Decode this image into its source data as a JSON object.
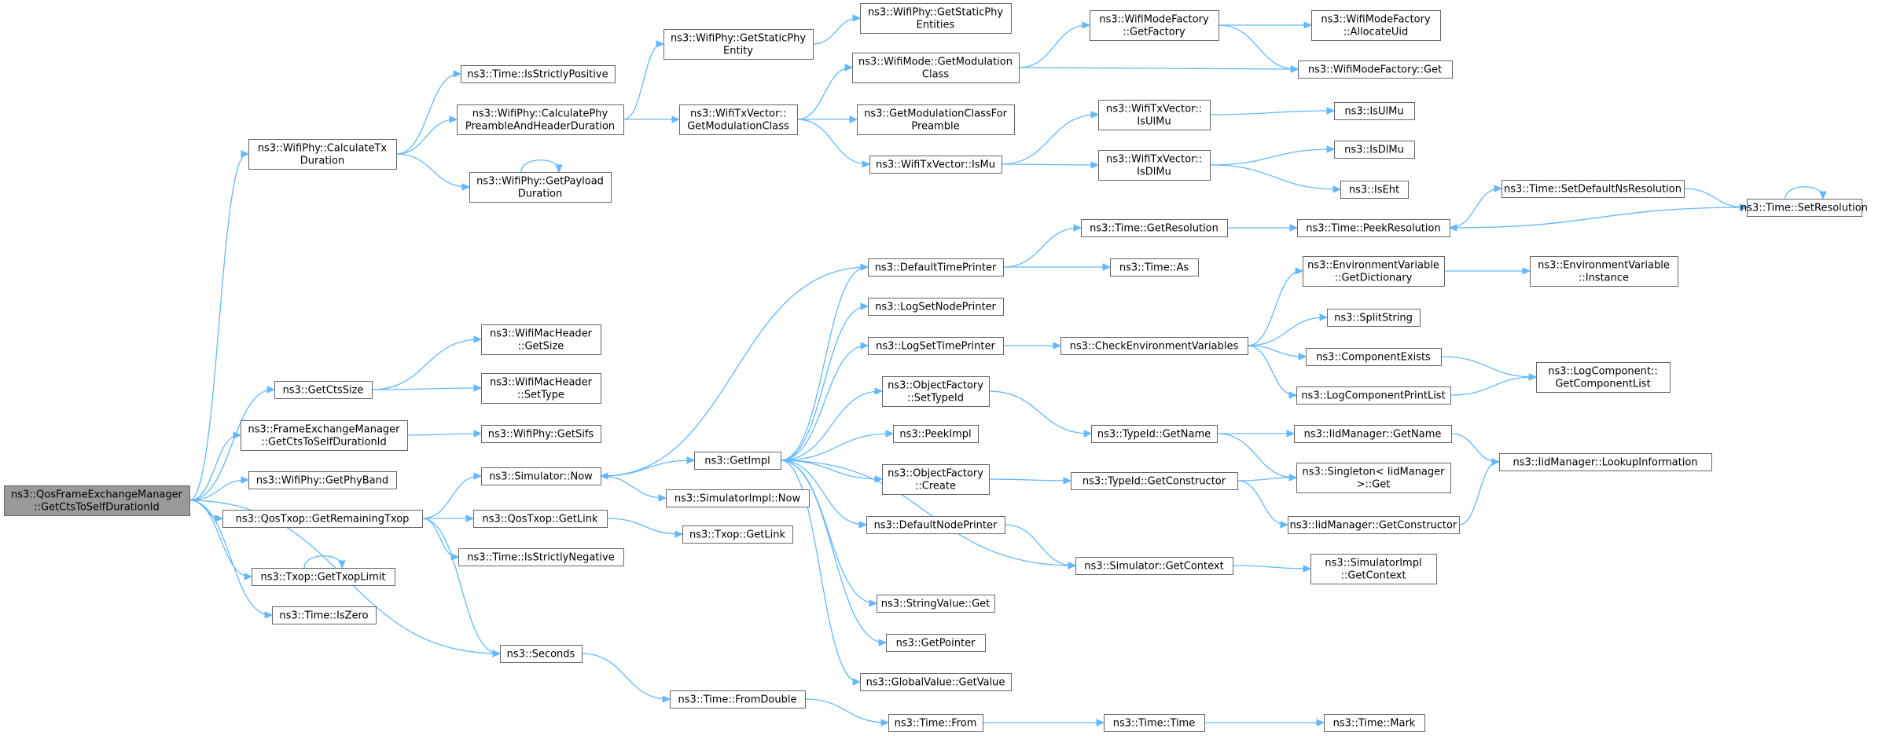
{
  "nodes": [
    {
      "id": "root",
      "lines": [
        "ns3::QosFrameExchangeManager",
        "::GetCtsToSelfDurationId"
      ],
      "root": true
    },
    {
      "id": "calcTx",
      "lines": [
        "ns3::WifiPhy::CalculateTx",
        "Duration"
      ]
    },
    {
      "id": "getCtsSize",
      "lines": [
        "ns3::GetCtsSize"
      ]
    },
    {
      "id": "femGetCts",
      "lines": [
        "ns3::FrameExchangeManager",
        "::GetCtsToSelfDurationId"
      ]
    },
    {
      "id": "getPhyBand",
      "lines": [
        "ns3::WifiPhy::GetPhyBand"
      ]
    },
    {
      "id": "qosRemaining",
      "lines": [
        "ns3::QosTxop::GetRemainingTxop"
      ]
    },
    {
      "id": "txopLimit",
      "lines": [
        "ns3::Txop::GetTxopLimit"
      ]
    },
    {
      "id": "isZero",
      "lines": [
        "ns3::Time::IsZero"
      ]
    },
    {
      "id": "isStrictPos",
      "lines": [
        "ns3::Time::IsStrictlyPositive"
      ]
    },
    {
      "id": "calcPreamble",
      "lines": [
        "ns3::WifiPhy::CalculatePhy",
        "PreambleAndHeaderDuration"
      ]
    },
    {
      "id": "payloadDur",
      "lines": [
        "ns3::WifiPhy::GetPayload",
        "Duration"
      ]
    },
    {
      "id": "macHdrSize",
      "lines": [
        "ns3::WifiMacHeader",
        "::GetSize"
      ]
    },
    {
      "id": "macHdrType",
      "lines": [
        "ns3::WifiMacHeader",
        "::SetType"
      ]
    },
    {
      "id": "getSifs",
      "lines": [
        "ns3::WifiPhy::GetSifs"
      ]
    },
    {
      "id": "simNow",
      "lines": [
        "ns3::Simulator::Now"
      ]
    },
    {
      "id": "qosGetLink",
      "lines": [
        "ns3::QosTxop::GetLink"
      ]
    },
    {
      "id": "isStrictNeg",
      "lines": [
        "ns3::Time::IsStrictlyNegative"
      ]
    },
    {
      "id": "seconds",
      "lines": [
        "ns3::Seconds"
      ]
    },
    {
      "id": "staticPhy",
      "lines": [
        "ns3::WifiPhy::GetStaticPhy",
        "Entity"
      ]
    },
    {
      "id": "txvModClass",
      "lines": [
        "ns3::WifiTxVector::",
        "GetModulationClass"
      ]
    },
    {
      "id": "getImpl",
      "lines": [
        "ns3::GetImpl"
      ]
    },
    {
      "id": "simImplNow",
      "lines": [
        "ns3::SimulatorImpl::Now"
      ]
    },
    {
      "id": "txopGetLink",
      "lines": [
        "ns3::Txop::GetLink"
      ]
    },
    {
      "id": "fromDouble",
      "lines": [
        "ns3::Time::FromDouble"
      ]
    },
    {
      "id": "staticPhyEnt",
      "lines": [
        "ns3::WifiPhy::GetStaticPhy",
        "Entities"
      ]
    },
    {
      "id": "modeModClass",
      "lines": [
        "ns3::WifiMode::GetModulation",
        "Class"
      ]
    },
    {
      "id": "modClassPreamble",
      "lines": [
        "ns3::GetModulationClassFor",
        "Preamble"
      ]
    },
    {
      "id": "txvIsMu",
      "lines": [
        "ns3::WifiTxVector::IsMu"
      ]
    },
    {
      "id": "defTimePrinter",
      "lines": [
        "ns3::DefaultTimePrinter"
      ]
    },
    {
      "id": "logNodePrinter",
      "lines": [
        "ns3::LogSetNodePrinter"
      ]
    },
    {
      "id": "logTimePrinter",
      "lines": [
        "ns3::LogSetTimePrinter"
      ]
    },
    {
      "id": "objFacSetType",
      "lines": [
        "ns3::ObjectFactory",
        "::SetTypeId"
      ]
    },
    {
      "id": "peekImpl",
      "lines": [
        "ns3::PeekImpl"
      ]
    },
    {
      "id": "objFacCreate",
      "lines": [
        "ns3::ObjectFactory",
        "::Create"
      ]
    },
    {
      "id": "defNodePrinter",
      "lines": [
        "ns3::DefaultNodePrinter"
      ]
    },
    {
      "id": "strValGet",
      "lines": [
        "ns3::StringValue::Get"
      ]
    },
    {
      "id": "getPointer",
      "lines": [
        "ns3::GetPointer"
      ]
    },
    {
      "id": "globalGetVal",
      "lines": [
        "ns3::GlobalValue::GetValue"
      ]
    },
    {
      "id": "timeFrom",
      "lines": [
        "ns3::Time::From"
      ]
    },
    {
      "id": "modeFactGetFactory",
      "lines": [
        "ns3::WifiModeFactory",
        "::GetFactory"
      ]
    },
    {
      "id": "txvIsUlMu",
      "lines": [
        "ns3::WifiTxVector::",
        "IsUlMu"
      ]
    },
    {
      "id": "txvIsDlMu",
      "lines": [
        "ns3::WifiTxVector::",
        "IsDlMu"
      ]
    },
    {
      "id": "timeGetRes",
      "lines": [
        "ns3::Time::GetResolution"
      ]
    },
    {
      "id": "timeAs",
      "lines": [
        "ns3::Time::As"
      ]
    },
    {
      "id": "checkEnv",
      "lines": [
        "ns3::CheckEnvironmentVariables"
      ]
    },
    {
      "id": "typeIdGetName",
      "lines": [
        "ns3::TypeId::GetName"
      ]
    },
    {
      "id": "typeIdGetCtor",
      "lines": [
        "ns3::TypeId::GetConstructor"
      ]
    },
    {
      "id": "simGetCtx",
      "lines": [
        "ns3::Simulator::GetContext"
      ]
    },
    {
      "id": "timeTime",
      "lines": [
        "ns3::Time::Time"
      ]
    },
    {
      "id": "modeFactAlloc",
      "lines": [
        "ns3::WifiModeFactory",
        "::AllocateUid"
      ]
    },
    {
      "id": "modeFactGet",
      "lines": [
        "ns3::WifiModeFactory::Get"
      ]
    },
    {
      "id": "isUlMu",
      "lines": [
        "ns3::IsUlMu"
      ]
    },
    {
      "id": "isDlMu",
      "lines": [
        "ns3::IsDlMu"
      ]
    },
    {
      "id": "isEht",
      "lines": [
        "ns3::IsEht"
      ]
    },
    {
      "id": "timePeekRes",
      "lines": [
        "ns3::Time::PeekResolution"
      ]
    },
    {
      "id": "envGetDict",
      "lines": [
        "ns3::EnvironmentVariable",
        "::GetDictionary"
      ]
    },
    {
      "id": "splitString",
      "lines": [
        "ns3::SplitString"
      ]
    },
    {
      "id": "compExists",
      "lines": [
        "ns3::ComponentExists"
      ]
    },
    {
      "id": "logCompPrint",
      "lines": [
        "ns3::LogComponentPrintList"
      ]
    },
    {
      "id": "iidGetName",
      "lines": [
        "ns3::IidManager::GetName"
      ]
    },
    {
      "id": "singletonGet",
      "lines": [
        "ns3::Singleton< IidManager",
        ">::Get"
      ]
    },
    {
      "id": "iidGetCtor",
      "lines": [
        "ns3::IidManager::GetConstructor"
      ]
    },
    {
      "id": "simImplGetCtx",
      "lines": [
        "ns3::SimulatorImpl",
        "::GetContext"
      ]
    },
    {
      "id": "timeMark",
      "lines": [
        "ns3::Time::Mark"
      ]
    },
    {
      "id": "timeSetDefault",
      "lines": [
        "ns3::Time::SetDefaultNsResolution"
      ]
    },
    {
      "id": "timeSetRes",
      "lines": [
        "ns3::Time::SetResolution"
      ]
    },
    {
      "id": "envInstance",
      "lines": [
        "ns3::EnvironmentVariable",
        "::Instance"
      ]
    },
    {
      "id": "logCompGetList",
      "lines": [
        "ns3::LogComponent::",
        "GetComponentList"
      ]
    },
    {
      "id": "iidLookup",
      "lines": [
        "ns3::IidManager::LookupInformation"
      ]
    }
  ],
  "edges": [
    [
      "root",
      "calcTx"
    ],
    [
      "root",
      "getCtsSize"
    ],
    [
      "root",
      "femGetCts"
    ],
    [
      "root",
      "getPhyBand"
    ],
    [
      "root",
      "qosRemaining"
    ],
    [
      "root",
      "txopLimit"
    ],
    [
      "root",
      "isZero"
    ],
    [
      "root",
      "seconds"
    ],
    [
      "calcTx",
      "isStrictPos"
    ],
    [
      "calcTx",
      "calcPreamble"
    ],
    [
      "calcTx",
      "payloadDur"
    ],
    [
      "calcPreamble",
      "staticPhy"
    ],
    [
      "calcPreamble",
      "txvModClass"
    ],
    [
      "payloadDur",
      "payloadDur"
    ],
    [
      "staticPhy",
      "staticPhyEnt"
    ],
    [
      "txvModClass",
      "modeModClass"
    ],
    [
      "txvModClass",
      "modClassPreamble"
    ],
    [
      "txvModClass",
      "txvIsMu"
    ],
    [
      "modeModClass",
      "modeFactGetFactory"
    ],
    [
      "modeModClass",
      "modeFactGet"
    ],
    [
      "modeFactGetFactory",
      "modeFactAlloc"
    ],
    [
      "modeFactGetFactory",
      "modeFactGet"
    ],
    [
      "txvIsMu",
      "txvIsUlMu"
    ],
    [
      "txvIsMu",
      "txvIsDlMu"
    ],
    [
      "txvIsUlMu",
      "isUlMu"
    ],
    [
      "txvIsDlMu",
      "isDlMu"
    ],
    [
      "txvIsDlMu",
      "isEht"
    ],
    [
      "getCtsSize",
      "macHdrSize"
    ],
    [
      "getCtsSize",
      "macHdrType"
    ],
    [
      "femGetCts",
      "getSifs"
    ],
    [
      "qosRemaining",
      "simNow"
    ],
    [
      "qosRemaining",
      "qosGetLink"
    ],
    [
      "qosRemaining",
      "isStrictNeg"
    ],
    [
      "qosRemaining",
      "seconds"
    ],
    [
      "qosGetLink",
      "txopGetLink"
    ],
    [
      "txopLimit",
      "txopLimit"
    ],
    [
      "simNow",
      "getImpl"
    ],
    [
      "simNow",
      "simImplNow"
    ],
    [
      "seconds",
      "fromDouble"
    ],
    [
      "fromDouble",
      "timeFrom"
    ],
    [
      "timeFrom",
      "timeTime"
    ],
    [
      "timeTime",
      "timeMark"
    ],
    [
      "getImpl",
      "defTimePrinter"
    ],
    [
      "getImpl",
      "logNodePrinter"
    ],
    [
      "getImpl",
      "logTimePrinter"
    ],
    [
      "getImpl",
      "objFacSetType"
    ],
    [
      "getImpl",
      "peekImpl"
    ],
    [
      "getImpl",
      "objFacCreate"
    ],
    [
      "getImpl",
      "defNodePrinter"
    ],
    [
      "getImpl",
      "simGetCtx"
    ],
    [
      "getImpl",
      "strValGet"
    ],
    [
      "getImpl",
      "getPointer"
    ],
    [
      "getImpl",
      "globalGetVal"
    ],
    [
      "defTimePrinter",
      "simNow"
    ],
    [
      "defTimePrinter",
      "timeGetRes"
    ],
    [
      "defTimePrinter",
      "timeAs"
    ],
    [
      "timeGetRes",
      "timePeekRes"
    ],
    [
      "timePeekRes",
      "timeSetDefault"
    ],
    [
      "timeSetDefault",
      "timeSetRes"
    ],
    [
      "timeSetRes",
      "timePeekRes"
    ],
    [
      "timeSetRes",
      "timeSetRes"
    ],
    [
      "logTimePrinter",
      "checkEnv"
    ],
    [
      "checkEnv",
      "envGetDict"
    ],
    [
      "checkEnv",
      "splitString"
    ],
    [
      "checkEnv",
      "compExists"
    ],
    [
      "checkEnv",
      "logCompPrint"
    ],
    [
      "envGetDict",
      "envInstance"
    ],
    [
      "compExists",
      "logCompGetList"
    ],
    [
      "logCompPrint",
      "logCompGetList"
    ],
    [
      "objFacSetType",
      "typeIdGetName"
    ],
    [
      "typeIdGetName",
      "iidGetName"
    ],
    [
      "typeIdGetName",
      "singletonGet"
    ],
    [
      "iidGetName",
      "iidLookup"
    ],
    [
      "objFacCreate",
      "typeIdGetCtor"
    ],
    [
      "typeIdGetCtor",
      "singletonGet"
    ],
    [
      "typeIdGetCtor",
      "iidGetCtor"
    ],
    [
      "iidGetCtor",
      "iidLookup"
    ],
    [
      "defNodePrinter",
      "simGetCtx"
    ],
    [
      "simGetCtx",
      "simImplGetCtx"
    ]
  ]
}
